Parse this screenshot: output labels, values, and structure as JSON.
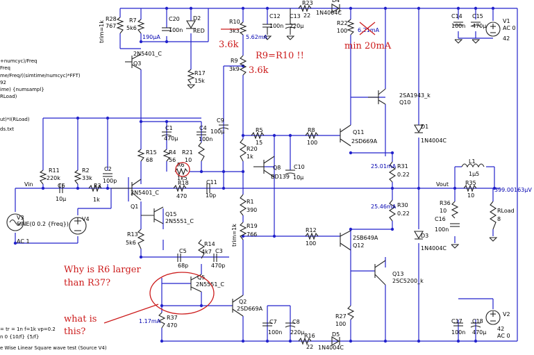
{
  "left_text": {
    "l1": "+numcyc)/Freq",
    "l2": "Freq",
    "l3": "me/Freq/((simtime/numcyc)*FFT)",
    "l4": "92",
    "l5": "ime) {numsampl}",
    "l6": "RLoad)",
    "l7": "ut)*I(RLoad)",
    "l8": "ds.txt",
    "bottom1": "= tr = 1n f=1k vp=0.2",
    "bottom2": "n 0 {10/f} {5/f}",
    "bottom3": "e Wise Linear Square wave test (Source V4)"
  },
  "components": {
    "R28": {
      "ref": "R28",
      "val": "767"
    },
    "R7": {
      "ref": "R7",
      "val": "5k6"
    },
    "C20": {
      "ref": "C20",
      "val": "100n"
    },
    "D2": {
      "ref": "D2",
      "val": "RED"
    },
    "R10": {
      "ref": "R10",
      "val": "3k3"
    },
    "C12": {
      "ref": "C12",
      "val": "100n"
    },
    "C13": {
      "ref": "C13",
      "val": "220µ"
    },
    "R23": {
      "ref": "R23",
      "val": "22"
    },
    "D4": {
      "ref": "D4",
      "val": "1N4004C"
    },
    "R22": {
      "ref": "R22",
      "val": "100"
    },
    "C14": {
      "ref": "C14",
      "val": "100n"
    },
    "C15": {
      "ref": "C15",
      "val": "470µ"
    },
    "V1": {
      "ref": "V1",
      "val": "AC 0",
      "val2": "42"
    },
    "Q3": {
      "ref": "Q3",
      "val": "2N5401_C"
    },
    "R17": {
      "ref": "R17",
      "val": "15k"
    },
    "R9": {
      "ref": "R9",
      "val": "3k9"
    },
    "Q10": {
      "ref": "Q10",
      "val": "2SA1943_k"
    },
    "C1": {
      "ref": "C1",
      "val": "470µ"
    },
    "C4": {
      "ref": "C4",
      "val": "100n"
    },
    "C9": {
      "ref": "C9",
      "val": "100µ"
    },
    "R5": {
      "ref": "R5",
      "val": "15"
    },
    "R8": {
      "ref": "R8",
      "val": "100"
    },
    "Q11": {
      "ref": "Q11",
      "val": "2SD669A"
    },
    "D1": {
      "ref": "D1",
      "val": "1N4004C"
    },
    "R15": {
      "ref": "R15",
      "val": "68"
    },
    "R4": {
      "ref": "R4",
      "val": "56"
    },
    "R21": {
      "ref": "R21",
      "val": "10"
    },
    "R20": {
      "ref": "R20",
      "val": "1k"
    },
    "R11": {
      "ref": "R11",
      "val": "220k"
    },
    "R2": {
      "ref": "R2",
      "val": "33k"
    },
    "C2": {
      "ref": "C2",
      "val": "100p"
    },
    "R6": {
      "ref": "R6",
      "val": "1k5"
    },
    "Q8": {
      "ref": "Q8",
      "val": "BD139"
    },
    "C10": {
      "ref": "C10",
      "val": "10µ"
    },
    "R31": {
      "ref": "R31",
      "val": "0.22"
    },
    "L1": {
      "ref": "L1",
      "val": "1µ5"
    },
    "C6": {
      "ref": "C6",
      "val": "10µ"
    },
    "R3": {
      "ref": "R3",
      "val": "1k"
    },
    "R18": {
      "ref": "R18",
      "val": "470"
    },
    "C11": {
      "ref": "C11",
      "val": "10p"
    },
    "R35": {
      "ref": "R35",
      "val": "10"
    },
    "Q1": {
      "ref": "Q1",
      "val": "2N5401_C"
    },
    "R1": {
      "ref": "R1",
      "val": "390"
    },
    "R36": {
      "ref": "R36",
      "val": "10"
    },
    "C16": {
      "ref": "C16",
      "val": "100n"
    },
    "RLoad": {
      "ref": "RLoad",
      "val": "8"
    },
    "R30": {
      "ref": "R30",
      "val": "0.22"
    },
    "V3": {
      "ref": "V3",
      "val": "SINE(0 0.2 {Freq})",
      "val2": "AC 1"
    },
    "V4": {
      "ref": "V4",
      "val": ""
    },
    "Q15": {
      "ref": "Q15",
      "val": "2N5551_C"
    },
    "R19": {
      "ref": "R19",
      "val": "766"
    },
    "R12": {
      "ref": "R12",
      "val": "100"
    },
    "Q12": {
      "ref": "Q12",
      "val": "2SB649A"
    },
    "D3": {
      "ref": "D3",
      "val": "1N4004C"
    },
    "R13": {
      "ref": "R13",
      "val": "5k6"
    },
    "R14": {
      "ref": "R14",
      "val": "4k7"
    },
    "C5": {
      "ref": "C5",
      "val": "68p"
    },
    "C3": {
      "ref": "C3",
      "val": "470p"
    },
    "Q5": {
      "ref": "Q5",
      "val": "2N5551_C"
    },
    "Q13": {
      "ref": "Q13",
      "val": "2SC5200_k"
    },
    "Q2": {
      "ref": "Q2",
      "val": "2SD669A"
    },
    "R37": {
      "ref": "R37",
      "val": "470"
    },
    "C7": {
      "ref": "C7",
      "val": "100n"
    },
    "C8": {
      "ref": "C8",
      "val": "220µ"
    },
    "R27": {
      "ref": "R27",
      "val": "100"
    },
    "C17": {
      "ref": "C17",
      "val": "100n"
    },
    "C18": {
      "ref": "C18",
      "val": "470µ"
    },
    "V2": {
      "ref": "V2",
      "val": "AC 0",
      "val2": "42"
    },
    "R16": {
      "ref": "R16",
      "val": "22"
    },
    "D5": {
      "ref": "D5",
      "val": "1N4004C"
    }
  },
  "nets": {
    "vin": "Vin",
    "vout": "Vout"
  },
  "trims": {
    "top": "trim=1k",
    "mid": "trim=1k"
  },
  "readouts": {
    "i_190": "190µA",
    "i_562": "5.62mA",
    "i_621": "6.21mA",
    "i_2501": "25.01mA",
    "i_2546": "25.46mA",
    "i_117": "1.17mA",
    "v_out": "399.00163µV"
  },
  "annotations": {
    "a_36k_1": "3.6k",
    "a_r9r10": "R9=R10 !!",
    "a_36k_2": "3.6k",
    "a_min20": "min 20mA",
    "a_why1": "Why is R6 larger",
    "a_why2": "than R37?",
    "a_what1": "what is",
    "a_what2": "this?"
  },
  "colors": {
    "wire": "#2222cc",
    "annotation": "#cc1b1b",
    "readout": "#0000b0",
    "component": "#222222"
  }
}
